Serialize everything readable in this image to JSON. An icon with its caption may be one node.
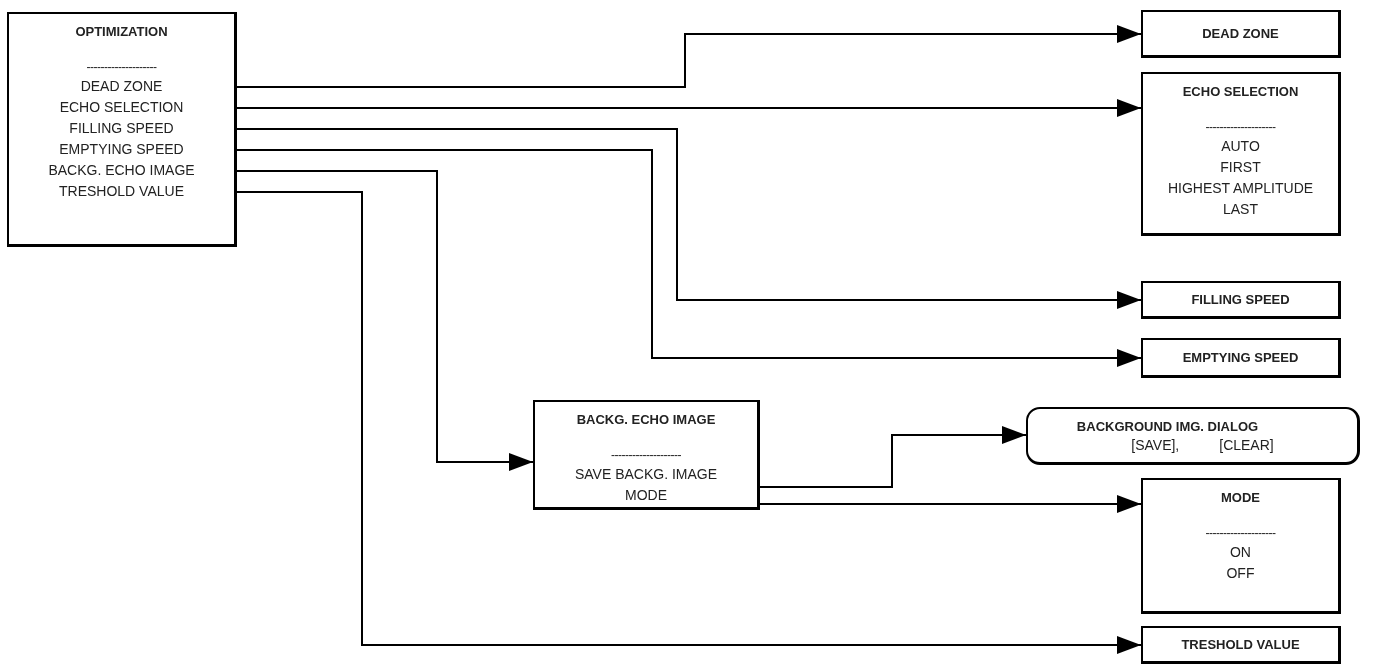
{
  "diagram": {
    "nodes": [
      {
        "text": [
          "OPTIMIZATION",
          "--------------------",
          "DEAD ZONE",
          "ECHO SELECTION",
          "FILLING SPEED",
          "EMPTYING SPEED",
          "BACKG. ECHO IMAGE",
          "TRESHOLD VALUE"
        ]
      },
      {
        "text": [
          "DEAD ZONE"
        ]
      },
      {
        "text": [
          "ECHO SELECTION",
          "--------------------",
          "AUTO",
          "FIRST",
          "HIGHEST AMPLITUDE",
          "LAST"
        ]
      },
      {
        "text": [
          "FILLING SPEED"
        ]
      },
      {
        "text": [
          "EMPTYING SPEED"
        ]
      },
      {
        "text": [
          "BACKG. ECHO IMAGE",
          "--------------------",
          "SAVE BACKG. IMAGE",
          "MODE"
        ]
      },
      {
        "text": [
          "BACKGROUND IMG. DIALOG",
          "[SAVE],",
          "[CLEAR]"
        ]
      },
      {
        "text": [
          "MODE",
          "--------------------",
          "ON",
          "OFF"
        ]
      },
      {
        "text": [
          "TRESHOLD VALUE"
        ]
      }
    ],
    "edges": [
      {
        "from": 0,
        "to": 1,
        "arrow": "to"
      },
      {
        "from": 0,
        "to": 2,
        "arrow": "to"
      },
      {
        "from": 0,
        "to": 3,
        "arrow": "to"
      },
      {
        "from": 0,
        "to": 4,
        "arrow": "to"
      },
      {
        "from": 0,
        "to": 5,
        "arrow": "to"
      },
      {
        "from": 0,
        "to": 8,
        "arrow": "to"
      },
      {
        "from": 5,
        "to": 6,
        "arrow": "to"
      },
      {
        "from": 5,
        "to": 7,
        "arrow": "to"
      }
    ]
  }
}
